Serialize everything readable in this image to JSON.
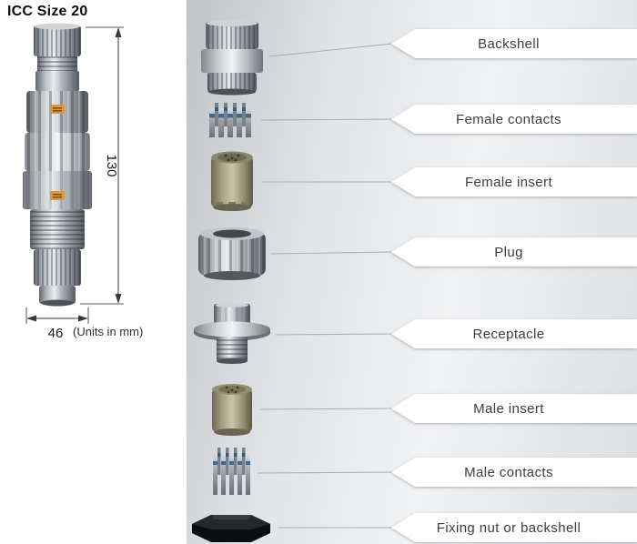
{
  "title": "ICC Size 20",
  "dimensions": {
    "height": "130",
    "width": "46",
    "units_note": "(Units in mm)"
  },
  "parts": [
    {
      "label": "Backshell",
      "icon": "backshell-illustration"
    },
    {
      "label": "Female contacts",
      "icon": "female-contacts-illustration"
    },
    {
      "label": "Female insert",
      "icon": "female-insert-illustration"
    },
    {
      "label": "Plug",
      "icon": "plug-illustration"
    },
    {
      "label": "Receptacle",
      "icon": "receptacle-illustration"
    },
    {
      "label": "Male insert",
      "icon": "male-insert-illustration"
    },
    {
      "label": "Male contacts",
      "icon": "male-contacts-illustration"
    },
    {
      "label": "Fixing nut or backshell",
      "icon": "fixing-nut-illustration"
    }
  ],
  "colors": {
    "accent_orange": "#d89a3c",
    "callout_bg": "#ffffff",
    "panel_gradient_start": "#bfc4c8",
    "panel_gradient_end": "#dcdfe2",
    "label_text": "#3b3d40"
  }
}
